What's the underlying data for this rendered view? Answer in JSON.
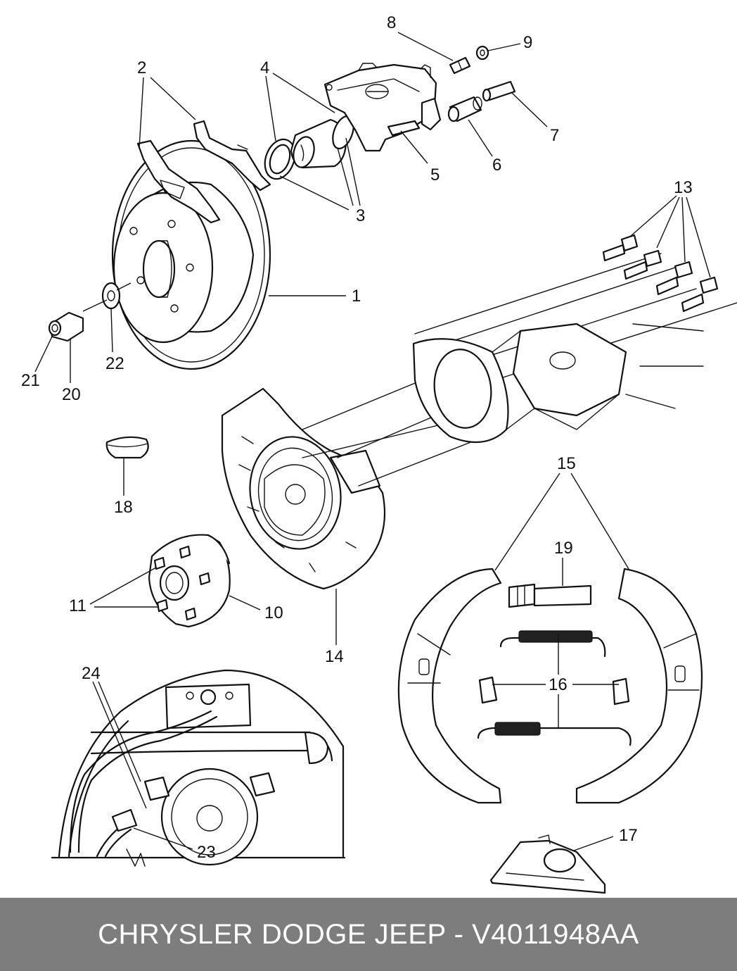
{
  "diagram": {
    "callouts": [
      "1",
      "2",
      "3",
      "4",
      "5",
      "6",
      "7",
      "8",
      "9",
      "10",
      "11",
      "13",
      "14",
      "15",
      "16",
      "17",
      "18",
      "19",
      "20",
      "21",
      "22",
      "23",
      "24"
    ]
  },
  "footer": {
    "caption": "CHRYSLER DODGE JEEP - V4011948AA"
  }
}
